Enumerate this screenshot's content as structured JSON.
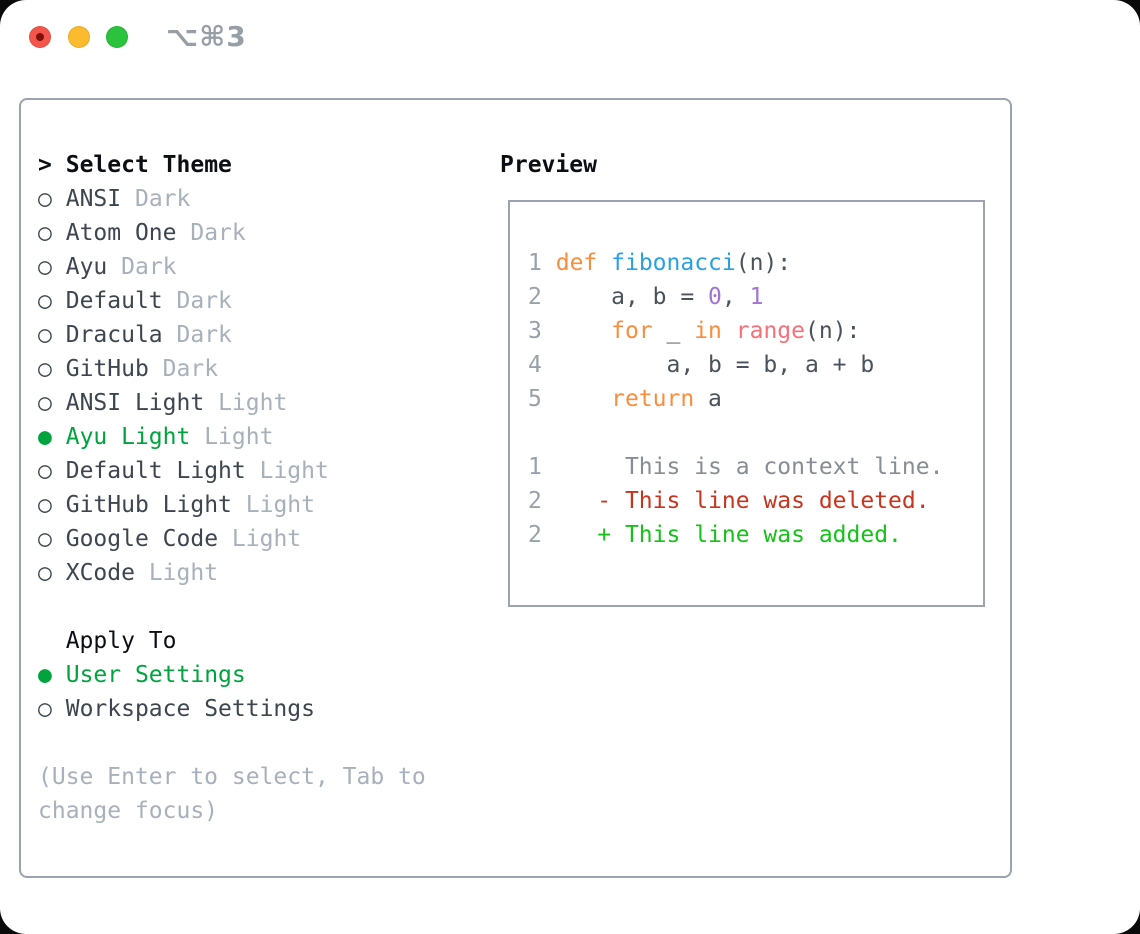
{
  "titlebar": {
    "shortcut": "⌥⌘3",
    "window_controls": [
      "close",
      "minimize",
      "zoom"
    ]
  },
  "theme_panel": {
    "title_prefix": ">",
    "title": "Select Theme",
    "glyphs": {
      "selected": "●",
      "unselected": "○"
    },
    "themes": [
      {
        "name": "ANSI",
        "variant": "Dark",
        "selected": false
      },
      {
        "name": "Atom One",
        "variant": "Dark",
        "selected": false
      },
      {
        "name": "Ayu",
        "variant": "Dark",
        "selected": false
      },
      {
        "name": "Default",
        "variant": "Dark",
        "selected": false
      },
      {
        "name": "Dracula",
        "variant": "Dark",
        "selected": false
      },
      {
        "name": "GitHub",
        "variant": "Dark",
        "selected": false
      },
      {
        "name": "ANSI Light",
        "variant": "Light",
        "selected": false
      },
      {
        "name": "Ayu Light",
        "variant": "Light",
        "selected": true
      },
      {
        "name": "Default Light",
        "variant": "Light",
        "selected": false
      },
      {
        "name": "GitHub Light",
        "variant": "Light",
        "selected": false
      },
      {
        "name": "Google Code",
        "variant": "Light",
        "selected": false
      },
      {
        "name": "XCode",
        "variant": "Light",
        "selected": false
      }
    ],
    "apply_to": {
      "title": "Apply To",
      "options": [
        {
          "label": "User Settings",
          "selected": true
        },
        {
          "label": "Workspace Settings",
          "selected": false
        }
      ]
    },
    "help_lines": [
      "(Use Enter to select, Tab to",
      "change focus)"
    ]
  },
  "preview": {
    "title": "Preview",
    "lines": [
      {
        "num": "1",
        "tokens": [
          [
            "def",
            "keyword"
          ],
          [
            " ",
            "plain"
          ],
          [
            "fibonacci",
            "function"
          ],
          [
            "(n):",
            "plain"
          ]
        ]
      },
      {
        "num": "2",
        "tokens": [
          [
            "    a, b = ",
            "plain"
          ],
          [
            "0",
            "number"
          ],
          [
            ", ",
            "plain"
          ],
          [
            "1",
            "number"
          ]
        ]
      },
      {
        "num": "3",
        "tokens": [
          [
            "    ",
            "plain"
          ],
          [
            "for",
            "keyword"
          ],
          [
            " _ ",
            "plain"
          ],
          [
            "in",
            "keyword"
          ],
          [
            " ",
            "plain"
          ],
          [
            "range",
            "builtin"
          ],
          [
            "(n):",
            "plain"
          ]
        ]
      },
      {
        "num": "4",
        "tokens": [
          [
            "        a, b = b, a + b",
            "plain"
          ]
        ]
      },
      {
        "num": "5",
        "tokens": [
          [
            "    ",
            "plain"
          ],
          [
            "return",
            "keyword"
          ],
          [
            " a",
            "plain"
          ]
        ]
      },
      {
        "num": "",
        "tokens": []
      },
      {
        "num": "1",
        "tokens": [
          [
            "     This is a context line.",
            "context"
          ]
        ]
      },
      {
        "num": "2",
        "tokens": [
          [
            "   - This line was deleted.",
            "deleted"
          ]
        ]
      },
      {
        "num": "2",
        "tokens": [
          [
            "   + This line was added.",
            "added"
          ]
        ]
      }
    ]
  },
  "colors": {
    "window_bg": "#ffffff",
    "border": "#9aa4b0",
    "heading": "#0b0f14",
    "item": "#3d454f",
    "muted": "#a7b0bb",
    "selected_green": "#00a33e",
    "line_number": "#98a1ab",
    "code_plain": "#4a525c",
    "keyword": "#fa8d3e",
    "function": "#2b9fe3",
    "builtin": "#f7707a",
    "number": "#a273d6",
    "context": "#878d94",
    "deleted": "#c9341f",
    "added": "#16c21a",
    "titlebar_text": "#979ea6",
    "traffic_red": "#f4564c",
    "traffic_red_dot": "#7e120b",
    "traffic_yellow": "#fcbb2f",
    "traffic_green": "#2bc23e"
  }
}
